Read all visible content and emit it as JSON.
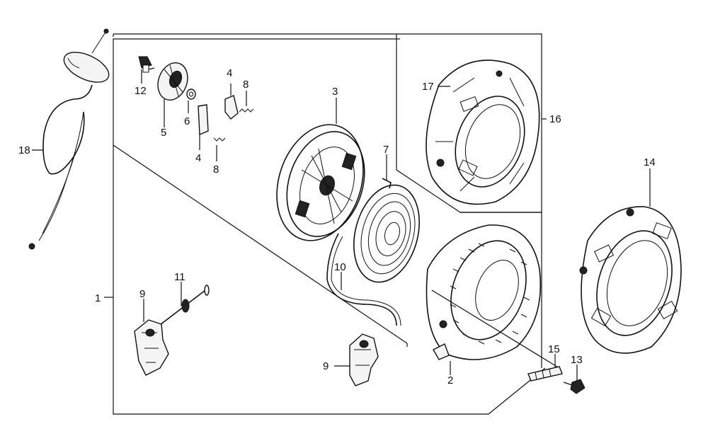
{
  "diagram": {
    "labels": {
      "l1": "1",
      "l2": "2",
      "l3": "3",
      "l4a": "4",
      "l4b": "4",
      "l5": "5",
      "l6": "6",
      "l7": "7",
      "l8a": "8",
      "l8b": "8",
      "l9a": "9",
      "l9b": "9",
      "l10": "10",
      "l11": "11",
      "l12": "12",
      "l13": "13",
      "l14": "14",
      "l15": "15",
      "l16": "16",
      "l17": "17",
      "l18": "18"
    }
  }
}
